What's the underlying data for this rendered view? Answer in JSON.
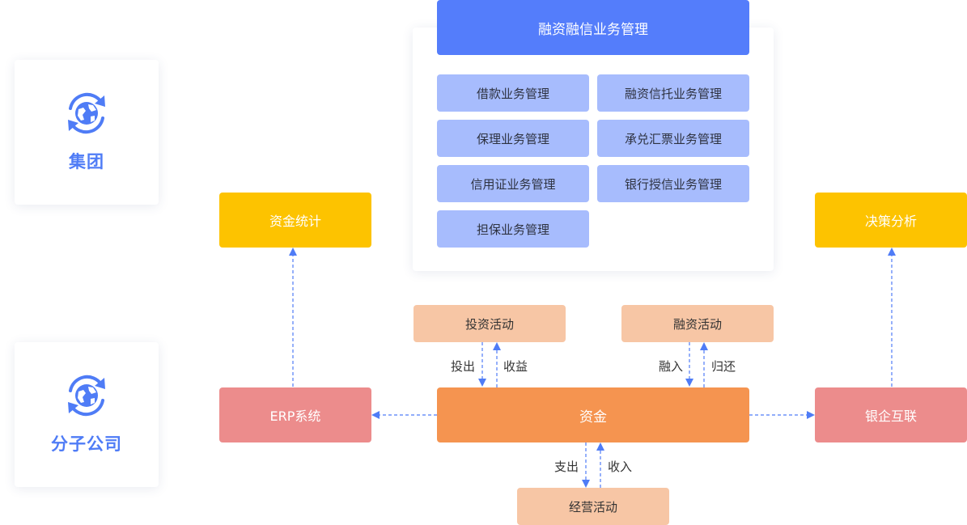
{
  "orgs": {
    "group": "集团",
    "subsidiary": "分子公司"
  },
  "finance": {
    "header": "融资融信业务管理",
    "items": [
      "借款业务管理",
      "融资信托业务管理",
      "保理业务管理",
      "承兑汇票业务管理",
      "信用证业务管理",
      "银行授信业务管理",
      "担保业务管理"
    ]
  },
  "nodes": {
    "fund_stats": "资金统计",
    "decision": "决策分析",
    "invest": "投资活动",
    "financing": "融资活动",
    "erp": "ERP系统",
    "capital": "资金",
    "bank": "银企互联",
    "operating": "经营活动"
  },
  "flows": {
    "out_invest": "投出",
    "income": "收益",
    "in_finance": "融入",
    "repay": "归还",
    "expense": "支出",
    "receipt": "收入"
  },
  "colors": {
    "accent_blue": "#547dfb",
    "item_blue": "#a7bcfd",
    "yellow": "#fdc300",
    "pink": "#ec8c8c",
    "orange": "#f59450",
    "peach": "#f7c6a5",
    "arrow": "#4f7cf6"
  },
  "icons": [
    "globe-sync-icon"
  ]
}
